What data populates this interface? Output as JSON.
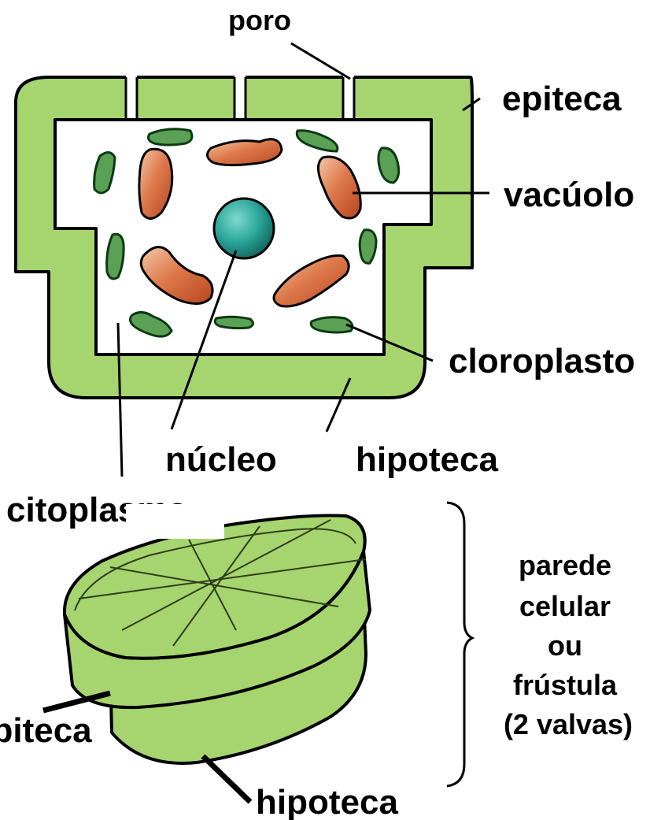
{
  "diagram": {
    "labels": {
      "poro": "poro",
      "epiteca_top": "epiteca",
      "vacuolo": "vacúolo",
      "cloroplasto": "cloroplasto",
      "nucleo": "núcleo",
      "hipoteca_top": "hipoteca",
      "citoplasma": "citoplasma",
      "epiteca_bottom": "epiteca",
      "hipoteca_bottom": "hipoteca"
    },
    "wall_label": [
      "parede",
      "celular",
      "ou",
      "frústula",
      "(2 valvas)"
    ],
    "colors": {
      "wall": "#a6d46e",
      "vacuole": "#d8643a",
      "chloroplast": "#5aa055",
      "nucleus": "#2aa59a",
      "outline": "#000000"
    }
  }
}
